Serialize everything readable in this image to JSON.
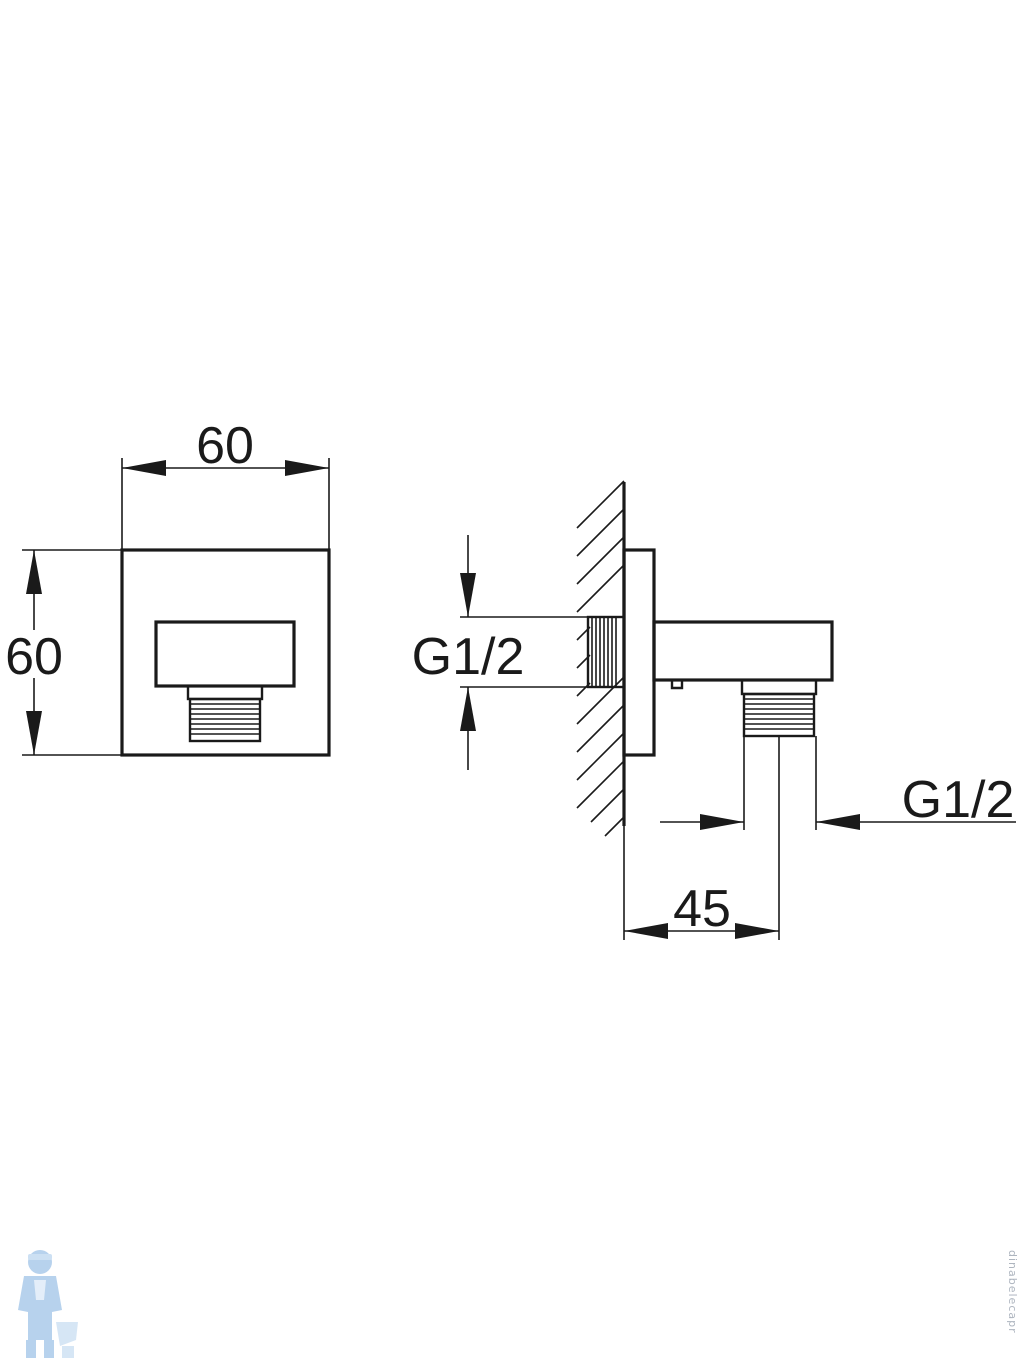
{
  "front_view": {
    "width_label": "60",
    "height_label": "60"
  },
  "side_view": {
    "inlet_thread_label": "G1/2",
    "outlet_thread_label": "G1/2",
    "projection_label": "45"
  },
  "watermark": {
    "text": "dinabelecapr"
  },
  "colors": {
    "line": "#1a1a1a",
    "background": "#ffffff",
    "logo": "#9fc3e7"
  }
}
